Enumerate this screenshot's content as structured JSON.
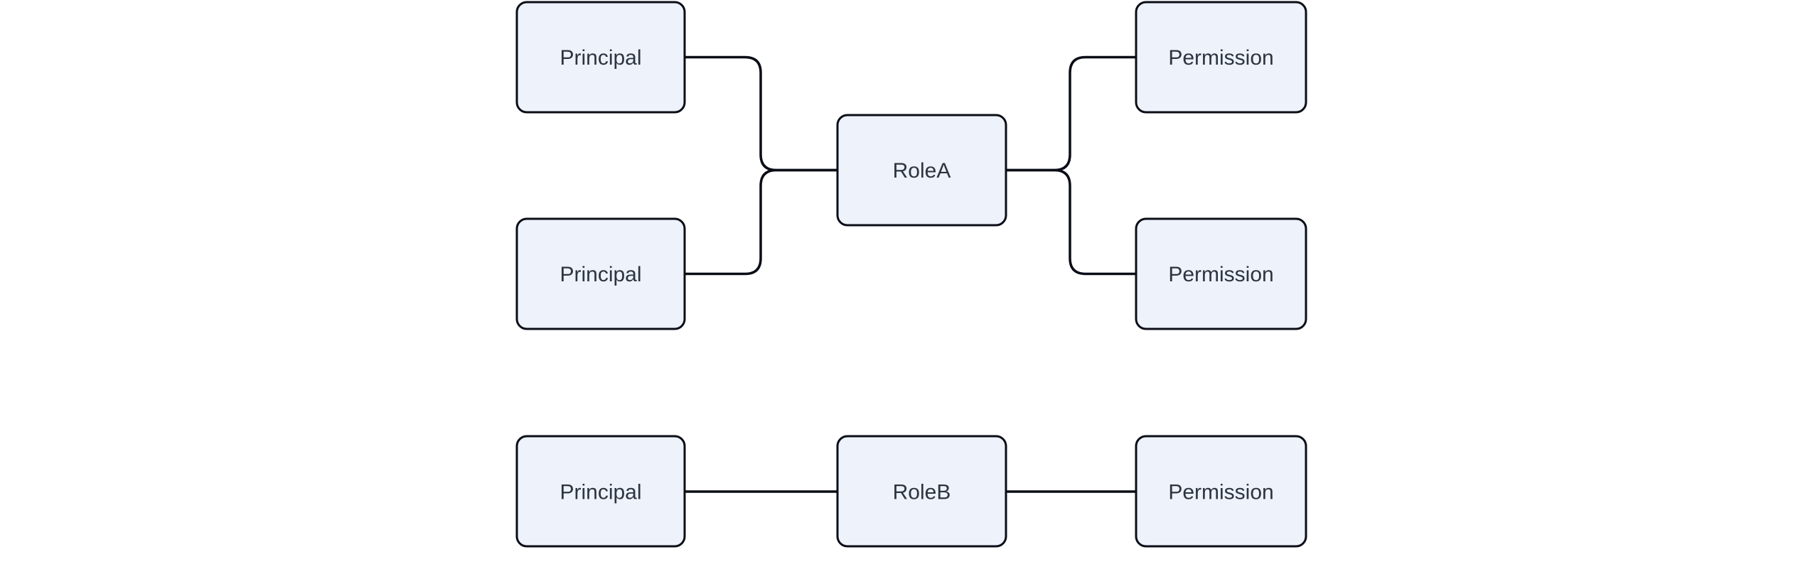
{
  "diagram": {
    "kind": "flowchart",
    "direction": "LR",
    "background": "#ffffff",
    "colors": {
      "node_fill": "#edf2fb",
      "node_border": "#0b0d17",
      "edge_line": "#0b0d17",
      "label_text": "#2e3440"
    },
    "nodes": [
      {
        "id": "principal-1",
        "label": "Principal"
      },
      {
        "id": "principal-2",
        "label": "Principal"
      },
      {
        "id": "role-a",
        "label": "RoleA"
      },
      {
        "id": "permission-1",
        "label": "Permission"
      },
      {
        "id": "permission-2",
        "label": "Permission"
      },
      {
        "id": "principal-3",
        "label": "Principal"
      },
      {
        "id": "role-b",
        "label": "RoleB"
      },
      {
        "id": "permission-3",
        "label": "Permission"
      }
    ],
    "edges": [
      {
        "from": "principal-1",
        "to": "role-a"
      },
      {
        "from": "principal-2",
        "to": "role-a"
      },
      {
        "from": "role-a",
        "to": "permission-1"
      },
      {
        "from": "role-a",
        "to": "permission-2"
      },
      {
        "from": "principal-3",
        "to": "role-b"
      },
      {
        "from": "role-b",
        "to": "permission-3"
      }
    ]
  }
}
